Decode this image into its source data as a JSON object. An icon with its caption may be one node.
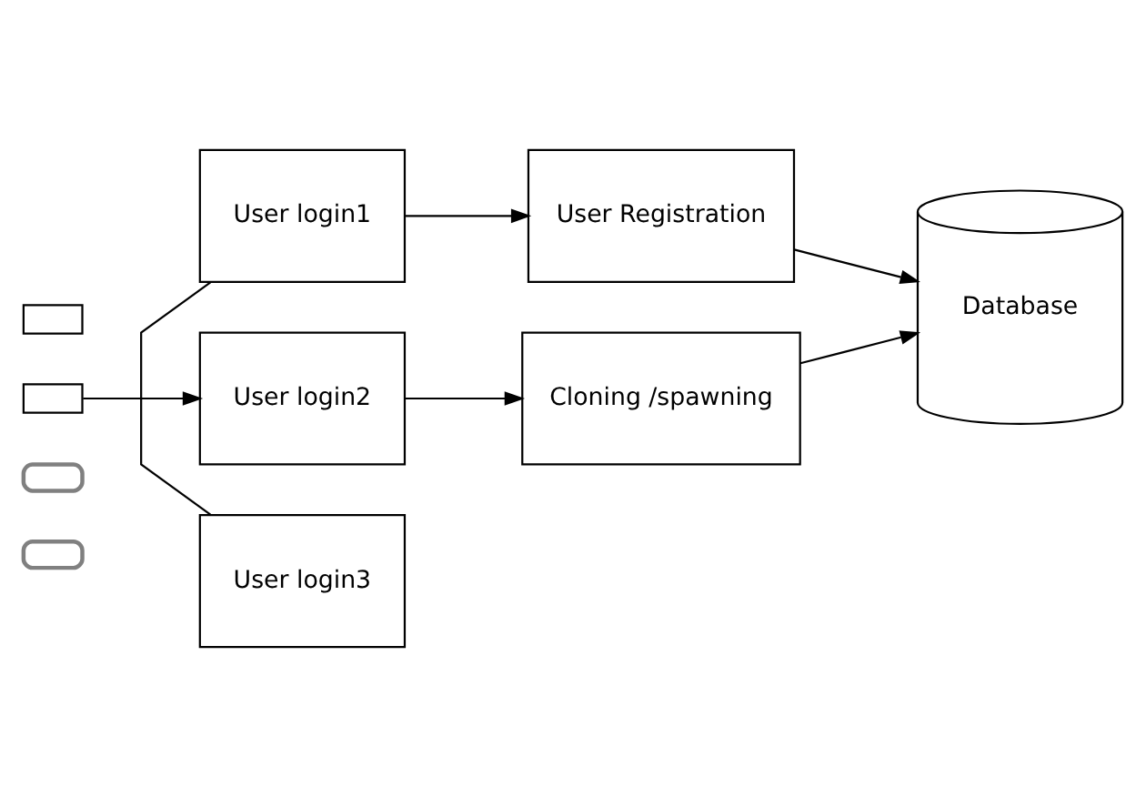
{
  "diagram": {
    "nodes": [
      {
        "text": [
          "User login1"
        ]
      },
      {
        "text": [
          "User login2"
        ]
      },
      {
        "text": [
          "User login3"
        ]
      },
      {
        "text": [
          "User Registration"
        ]
      },
      {
        "text": [
          "Cloning /spawning"
        ]
      },
      {
        "text": [
          "Database"
        ]
      },
      {
        "text": [],
        "shape": "box"
      },
      {
        "text": [],
        "shape": "box"
      },
      {
        "text": [],
        "shape": "pill"
      },
      {
        "text": [],
        "shape": "pill"
      }
    ],
    "edges": [
      {
        "from": 0,
        "to": 3,
        "arrow": "to"
      },
      {
        "from": 3,
        "to": 5,
        "arrow": "to"
      },
      {
        "from": 1,
        "to": 4,
        "arrow": "to"
      },
      {
        "from": 4,
        "to": 5,
        "arrow": "to"
      },
      {
        "from": 7,
        "to": 1,
        "arrow": "to"
      },
      {
        "from": 0,
        "to": 2,
        "arrow": "none"
      }
    ]
  }
}
